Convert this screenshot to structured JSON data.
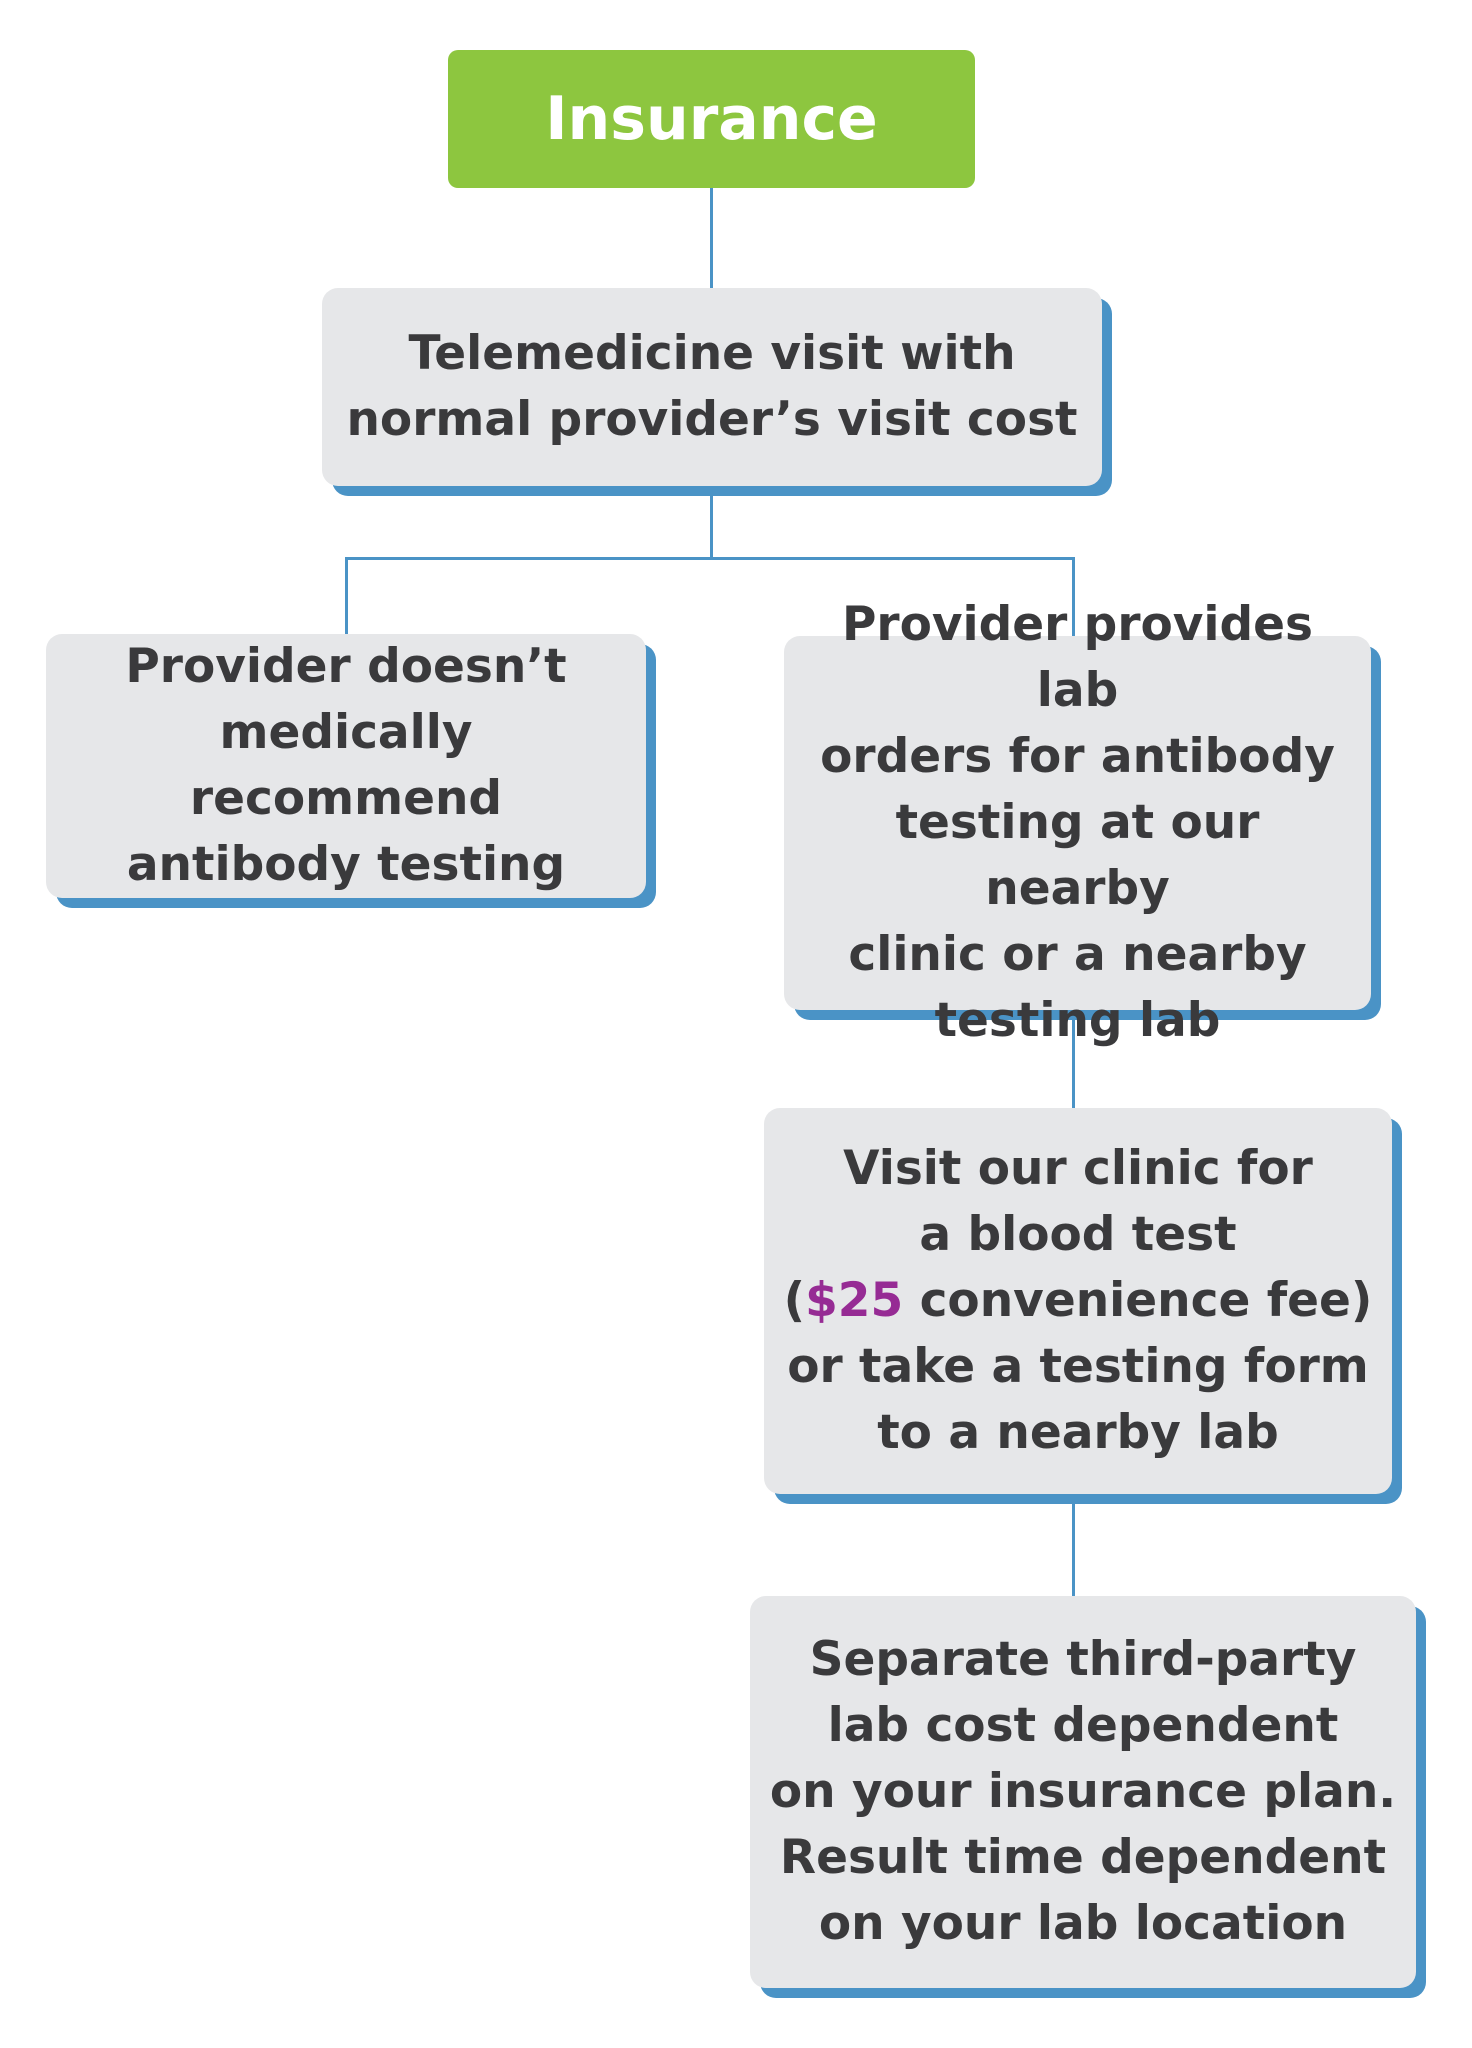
{
  "colors": {
    "top_node_fill": "#8dc63f",
    "node_fill": "#e6e7e9",
    "node_shadow": "#4a93c6",
    "connector": "#4a93c6",
    "text": "#3a3a3c",
    "accent_price": "#962b94"
  },
  "nodes": {
    "insurance": {
      "label": "Insurance"
    },
    "telemedicine": {
      "label": "Telemedicine visit with\nnormal provider’s visit cost"
    },
    "no_recommendation": {
      "label": "Provider doesn’t\nmedically recommend\nantibody testing"
    },
    "lab_orders": {
      "label": "Provider provides lab\norders for antibody\ntesting at our nearby\nclinic or a nearby\ntesting lab"
    },
    "clinic_visit": {
      "line1": "Visit our clinic for\na blood test\n(",
      "price": "$25",
      "line2": " convenience fee)\nor take a testing form\nto a nearby lab"
    },
    "third_party": {
      "label": "Separate third-party\nlab cost dependent\non your insurance plan.\nResult time dependent\non your lab location"
    }
  }
}
